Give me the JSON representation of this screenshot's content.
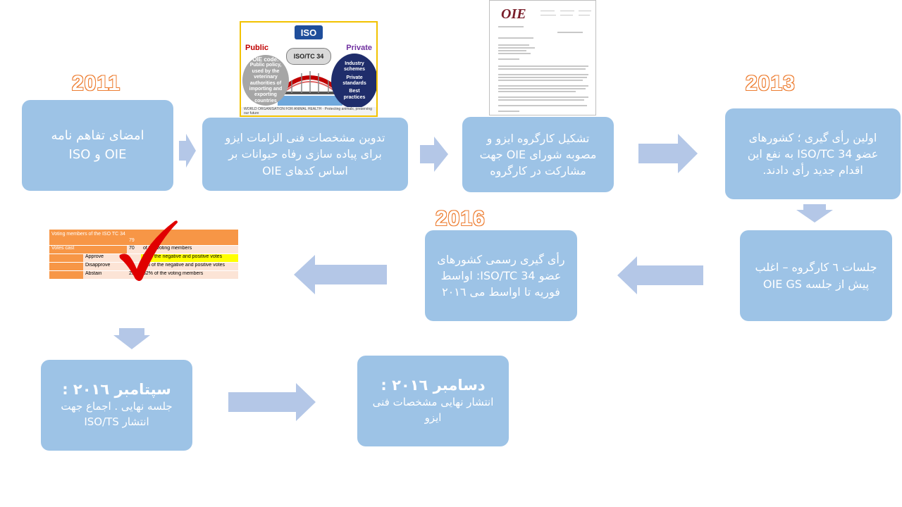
{
  "years": {
    "y2011": "2011",
    "y2013": "2013",
    "y2016": "2016"
  },
  "boxes": {
    "mou": {
      "lines": [
        "امضای تفاهم نامه",
        "OIE و ISO"
      ]
    },
    "drafting": {
      "lines": [
        "تدوین مشخصات فنی الزامات ایزو",
        "برای پیاده سازی رفاه حیوانات بر",
        "اساس کدهای OIE"
      ]
    },
    "working_group": {
      "lines": [
        "تشکیل کارگروه ایزو و",
        "مصوبه شورای OIE جهت",
        "مشارکت در کارگروه"
      ]
    },
    "first_vote": {
      "lines": [
        "اولین رأی گیری ؛ کشورهای",
        "عضو ISO/TC 34 به نفع این",
        "اقدام جدید رأی دادند."
      ]
    },
    "meetings": {
      "lines": [
        "جلسات ٦ کارگروه – اغلب",
        "پیش از جلسه OIE GS"
      ]
    },
    "formal_vote": {
      "lines": [
        "رأی گیری رسمی کشورهای",
        "عضو ISO/TC 34: اواسط",
        "فوریه تا اواسط می ٢٠١٦"
      ]
    },
    "september": {
      "head": "سپتامبر ٢٠١٦ :",
      "lines": [
        "جلسه نهایی . اجماع جهت",
        "انتشار ISO/TS"
      ]
    },
    "december": {
      "head": "دسامبر ٢٠١٦ :",
      "lines": [
        "انتشار نهایی مشخصات فنی",
        "ایزو"
      ]
    }
  },
  "iso_image": {
    "logo": "ISO",
    "public": "Public",
    "private": "Private",
    "tc": "ISO/TC 34",
    "left_circle": [
      "OIE code:",
      "Public policy,",
      "used by the",
      "veterinary",
      "authorities of",
      "importing and",
      "exporting",
      "countries"
    ],
    "right_circle": [
      "Industry",
      "schemes",
      "Private",
      "standards",
      "Best",
      "practices"
    ],
    "footer": "WORLD ORGANISATION FOR ANIMAL HEALTH · Protecting animals, preserving our future"
  },
  "letter": {
    "logo": "OIE"
  },
  "vote_table": {
    "header_label": "Voting members of the ISO TC 34",
    "header_value": "79",
    "rows": [
      {
        "label": "Votes cast",
        "sub": "",
        "value": "70",
        "desc": "of the voting members"
      },
      {
        "label": "",
        "sub": "Approve",
        "value": "",
        "desc": "% of the negative and positive votes"
      },
      {
        "label": "",
        "sub": "Disapprove",
        "value": "",
        "desc": "7% of the negative and positive votes"
      },
      {
        "label": "",
        "sub": "Abstain",
        "value": "25",
        "desc": "32% of the voting members"
      }
    ]
  },
  "colors": {
    "box": "#9dc3e6",
    "arrow": "#b4c7e7",
    "year_outline": "#ed7d31",
    "tick": "#e00000",
    "table_header": "#f79646",
    "table_row": "#fce4d6",
    "highlight": "#ffff00"
  }
}
